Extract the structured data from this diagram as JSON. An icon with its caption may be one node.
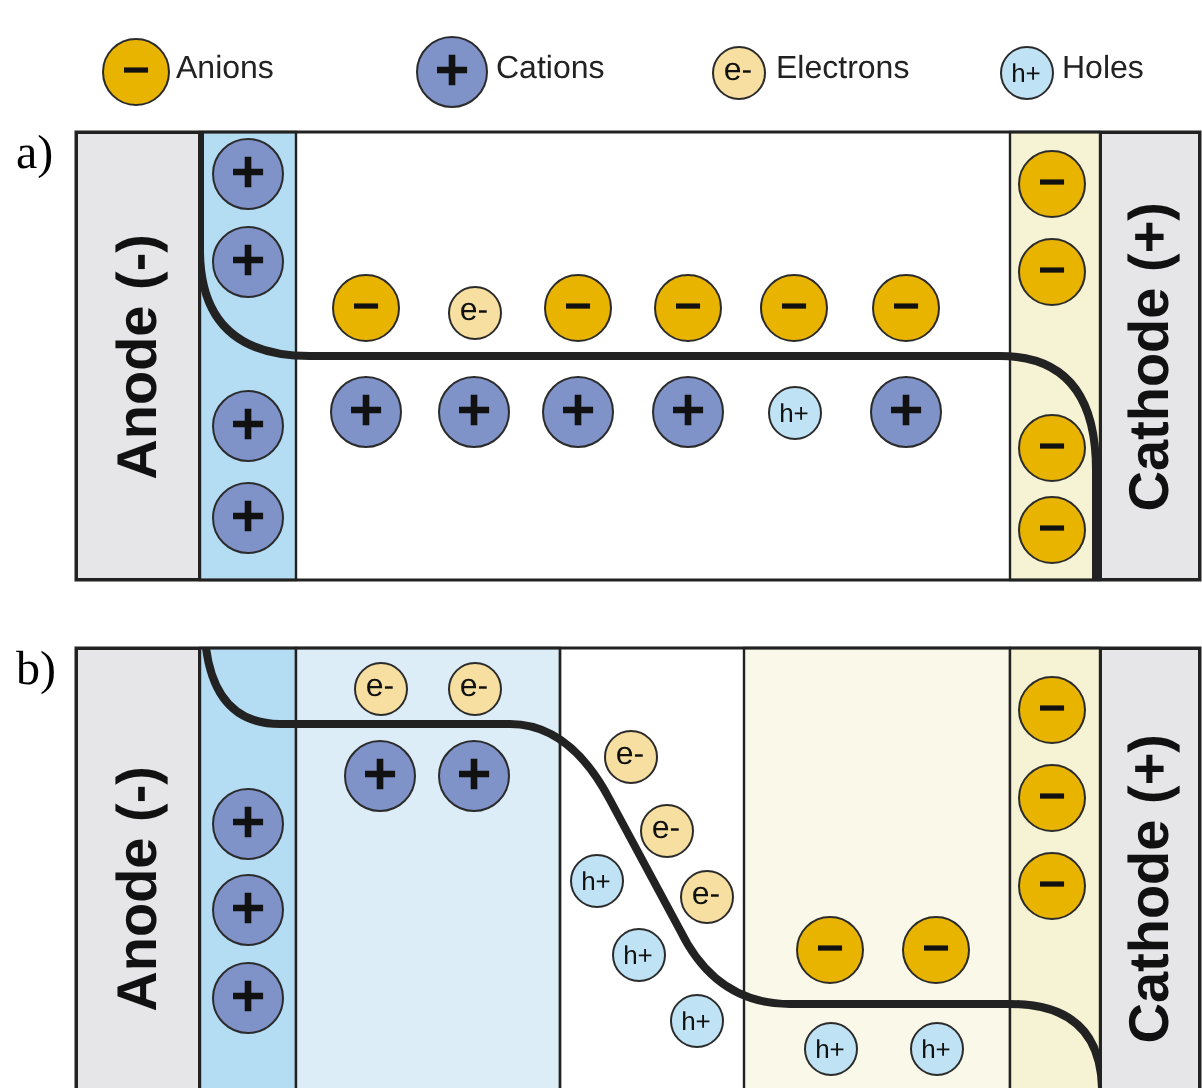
{
  "diagram": {
    "nodes": [
      {
        "text": [
          "−"
        ]
      },
      {
        "text": [
          "+"
        ]
      },
      {
        "text": [
          "e-"
        ]
      },
      {
        "text": [
          "h+"
        ]
      },
      {
        "text": [
          "Anode (-)"
        ]
      },
      {
        "text": [
          "Cathode (+)"
        ]
      },
      {
        "text": [
          "+"
        ]
      },
      {
        "text": [
          "+"
        ]
      },
      {
        "text": [
          "+"
        ]
      },
      {
        "text": [
          "+"
        ]
      },
      {
        "text": [
          "−"
        ]
      },
      {
        "text": [
          "e-"
        ]
      },
      {
        "text": [
          "−"
        ]
      },
      {
        "text": [
          "−"
        ]
      },
      {
        "text": [
          "−"
        ]
      },
      {
        "text": [
          "−"
        ]
      },
      {
        "text": [
          "+"
        ]
      },
      {
        "text": [
          "+"
        ]
      },
      {
        "text": [
          "+"
        ]
      },
      {
        "text": [
          "+"
        ]
      },
      {
        "text": [
          "h+"
        ]
      },
      {
        "text": [
          "+"
        ]
      },
      {
        "text": [
          "−"
        ]
      },
      {
        "text": [
          "−"
        ]
      },
      {
        "text": [
          "−"
        ]
      },
      {
        "text": [
          "−"
        ]
      },
      {
        "text": [
          "Anode (-)"
        ]
      },
      {
        "text": [
          "Cathode (+)"
        ]
      },
      {
        "text": [
          "+"
        ]
      },
      {
        "text": [
          "+"
        ]
      },
      {
        "text": [
          "+"
        ]
      },
      {
        "text": [
          "e-"
        ]
      },
      {
        "text": [
          "e-"
        ]
      },
      {
        "text": [
          "+"
        ]
      },
      {
        "text": [
          "+"
        ]
      },
      {
        "text": [
          "e-"
        ]
      },
      {
        "text": [
          "e-"
        ]
      },
      {
        "text": [
          "h+"
        ]
      },
      {
        "text": [
          "e-"
        ]
      },
      {
        "text": [
          "h+"
        ]
      },
      {
        "text": [
          "−"
        ]
      },
      {
        "text": [
          "−"
        ]
      },
      {
        "text": [
          "h+"
        ]
      },
      {
        "text": [
          "h+"
        ]
      },
      {
        "text": [
          "h+"
        ]
      },
      {
        "text": [
          "−"
        ]
      },
      {
        "text": [
          "−"
        ]
      },
      {
        "text": [
          "−"
        ]
      }
    ],
    "labels": [
      "a)",
      "b)"
    ],
    "legend": [
      {
        "text": "Anions"
      },
      {
        "text": "Cations"
      },
      {
        "text": "Electrons"
      },
      {
        "text": "Holes"
      }
    ]
  }
}
